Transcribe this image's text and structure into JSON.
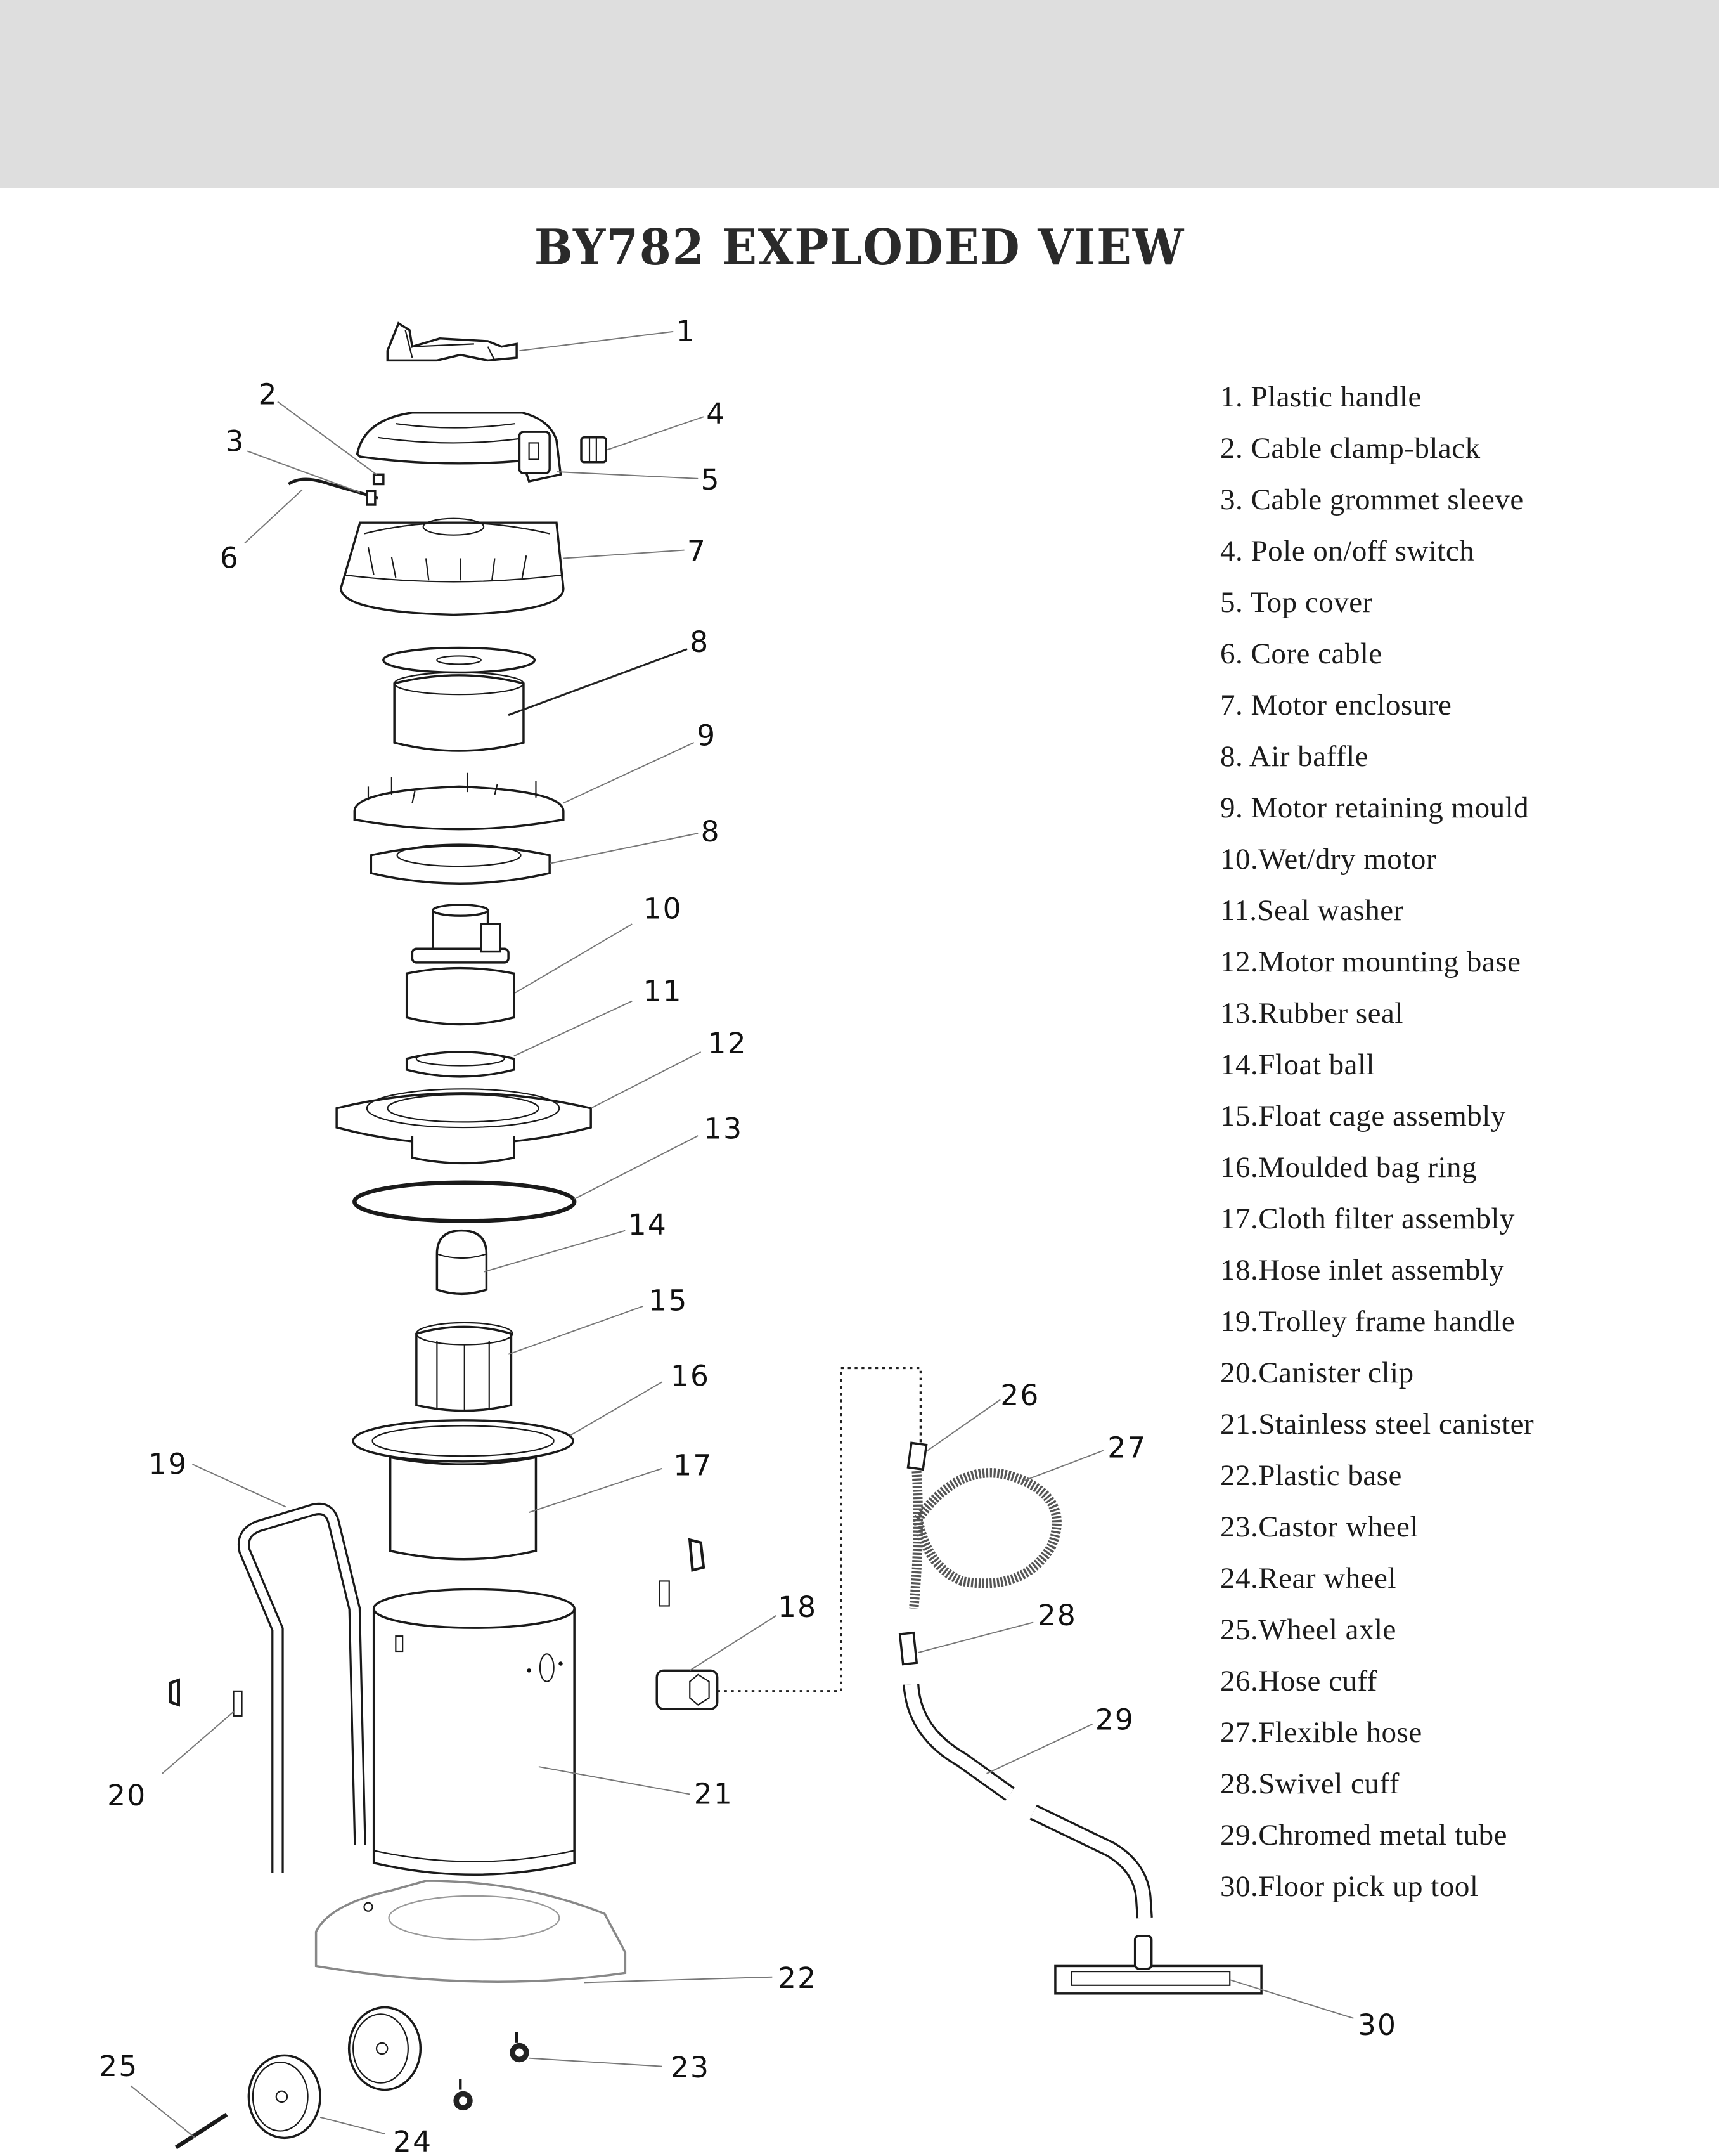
{
  "page": {
    "title": "BY782 EXPLODED VIEW",
    "band_color": "#dedede"
  },
  "parts_list": [
    {
      "num": "1",
      "label": "1. Plastic handle"
    },
    {
      "num": "2",
      "label": "2. Cable clamp-black"
    },
    {
      "num": "3",
      "label": "3. Cable grommet sleeve"
    },
    {
      "num": "4",
      "label": "4. Pole on/off switch"
    },
    {
      "num": "5",
      "label": "5. Top cover"
    },
    {
      "num": "6",
      "label": "6. Core cable"
    },
    {
      "num": "7",
      "label": "7. Motor enclosure"
    },
    {
      "num": "8",
      "label": "8. Air baffle"
    },
    {
      "num": "9",
      "label": "9. Motor retaining mould"
    },
    {
      "num": "10",
      "label": "10.Wet/dry motor"
    },
    {
      "num": "11",
      "label": "11.Seal washer"
    },
    {
      "num": "12",
      "label": "12.Motor mounting base"
    },
    {
      "num": "13",
      "label": "13.Rubber seal"
    },
    {
      "num": "14",
      "label": "14.Float ball"
    },
    {
      "num": "15",
      "label": "15.Float cage assembly"
    },
    {
      "num": "16",
      "label": "16.Moulded bag ring"
    },
    {
      "num": "17",
      "label": "17.Cloth filter assembly"
    },
    {
      "num": "18",
      "label": "18.Hose inlet assembly"
    },
    {
      "num": "19",
      "label": "19.Trolley frame handle"
    },
    {
      "num": "20",
      "label": "20.Canister clip"
    },
    {
      "num": "21",
      "label": "21.Stainless steel canister"
    },
    {
      "num": "22",
      "label": "22.Plastic base"
    },
    {
      "num": "23",
      "label": "23.Castor wheel"
    },
    {
      "num": "24",
      "label": "24.Rear wheel"
    },
    {
      "num": "25",
      "label": "25.Wheel axle"
    },
    {
      "num": "26",
      "label": "26.Hose cuff"
    },
    {
      "num": "27",
      "label": "27.Flexible hose"
    },
    {
      "num": "28",
      "label": "28.Swivel cuff"
    },
    {
      "num": "29",
      "label": "29.Chromed metal tube"
    },
    {
      "num": "30",
      "label": "30.Floor pick up tool"
    }
  ],
  "callouts": {
    "c1": "1",
    "c2": "2",
    "c3": "3",
    "c4": "4",
    "c5": "5",
    "c6": "6",
    "c7": "7",
    "c8a": "8",
    "c9": "9",
    "c8b": "8",
    "c10": "10",
    "c11": "11",
    "c12": "12",
    "c13": "13",
    "c14": "14",
    "c15": "15",
    "c16": "16",
    "c17": "17",
    "c18": "18",
    "c19": "19",
    "c20": "20",
    "c21": "21",
    "c22": "22",
    "c23": "23",
    "c24": "24",
    "c25": "25",
    "c26": "26",
    "c27": "27",
    "c28": "28",
    "c29": "29",
    "c30": "30"
  }
}
